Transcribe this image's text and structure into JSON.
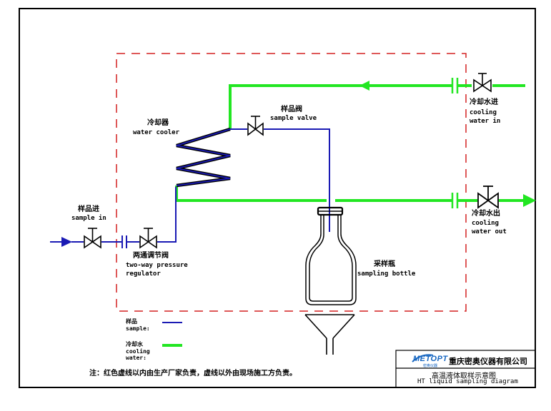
{
  "labels": {
    "cooler_zh": "冷却器",
    "cooler_en": "water cooler",
    "sample_valve_zh": "样品阀",
    "sample_valve_en": "sample valve",
    "cooling_in_zh": "冷却水进",
    "cooling_in_en1": "cooling",
    "cooling_in_en2": "water in",
    "cooling_out_zh": "冷却水出",
    "cooling_out_en1": "cooling",
    "cooling_out_en2": "water out",
    "sample_in_zh": "样品进",
    "sample_in_en": "sample  in",
    "regulator_zh": "两通调节阀",
    "regulator_en1": "two-way pressure",
    "regulator_en2": "regulator",
    "bottle_zh": "采样瓶",
    "bottle_en": "sampling bottle"
  },
  "legend": {
    "sample_zh": "样品",
    "sample_en": "sample:",
    "cooling_zh": "冷却水",
    "cooling_en1": "cooling",
    "cooling_en2": "water:"
  },
  "note": "注：红色虚线以内由生产厂家负责，虚线以外由现场施工方负责。",
  "title_block": {
    "logo_text": "METOPT",
    "logo_sub": "密奥仪器",
    "company": "重庆密奥仪器有限公司",
    "title_zh": "高温液体取样示意图",
    "title_en": "HT liquid sampling diagram"
  },
  "colors": {
    "sample_line": "#1a1ab4",
    "cooling_line": "#22e622",
    "boundary": "#d42020",
    "frame": "#000000",
    "logo": "#1565c0"
  }
}
